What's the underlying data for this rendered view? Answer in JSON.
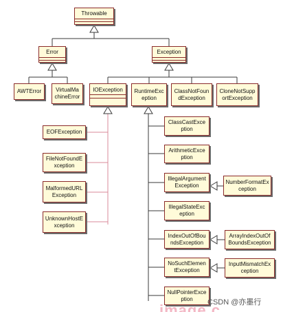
{
  "classes": {
    "throwable": "Throwable",
    "error": "Error",
    "exception": "Exception",
    "awt_error": "AWTError",
    "vm_error": "VirtualMa\nchineError",
    "io_exception": "IOException",
    "runtime_exception": "RuntimeExc\neption",
    "class_not_found": "ClassNotFoun\ndException",
    "clone_not_supported": "CloneNotSupp\nortException",
    "eof_exception": "EOFException",
    "file_not_found": "FileNotFoundE\nxception",
    "malformed_url": "MalformedURL\nException",
    "unknown_host": "UnknownHostE\nxception",
    "class_cast": "ClassCastExce\nption",
    "arithmetic": "ArithmeticExce\nption",
    "illegal_argument": "IllegalArgument\nException",
    "number_format": "NumberFormatEx\nception",
    "illegal_state": "IllegalStateExc\neption",
    "index_out_of_bounds": "IndexOutOfBou\nndsException",
    "array_index": "ArrayIndexOutOf\nBoundsException",
    "no_such_element": "NoSuchElemen\ntException",
    "input_mismatch": "InputMismatchEx\nception",
    "null_pointer": "NullPointerExce\nption"
  },
  "watermark": "CSDN @亦墨行",
  "watermark_ghost": "image.c",
  "colors": {
    "box_fill": "#fffbd9",
    "box_border": "#8a2a2a",
    "line_dark": "#3a3a3a",
    "line_pink": "#d98a9a",
    "shadow": "#6b6b6b"
  }
}
